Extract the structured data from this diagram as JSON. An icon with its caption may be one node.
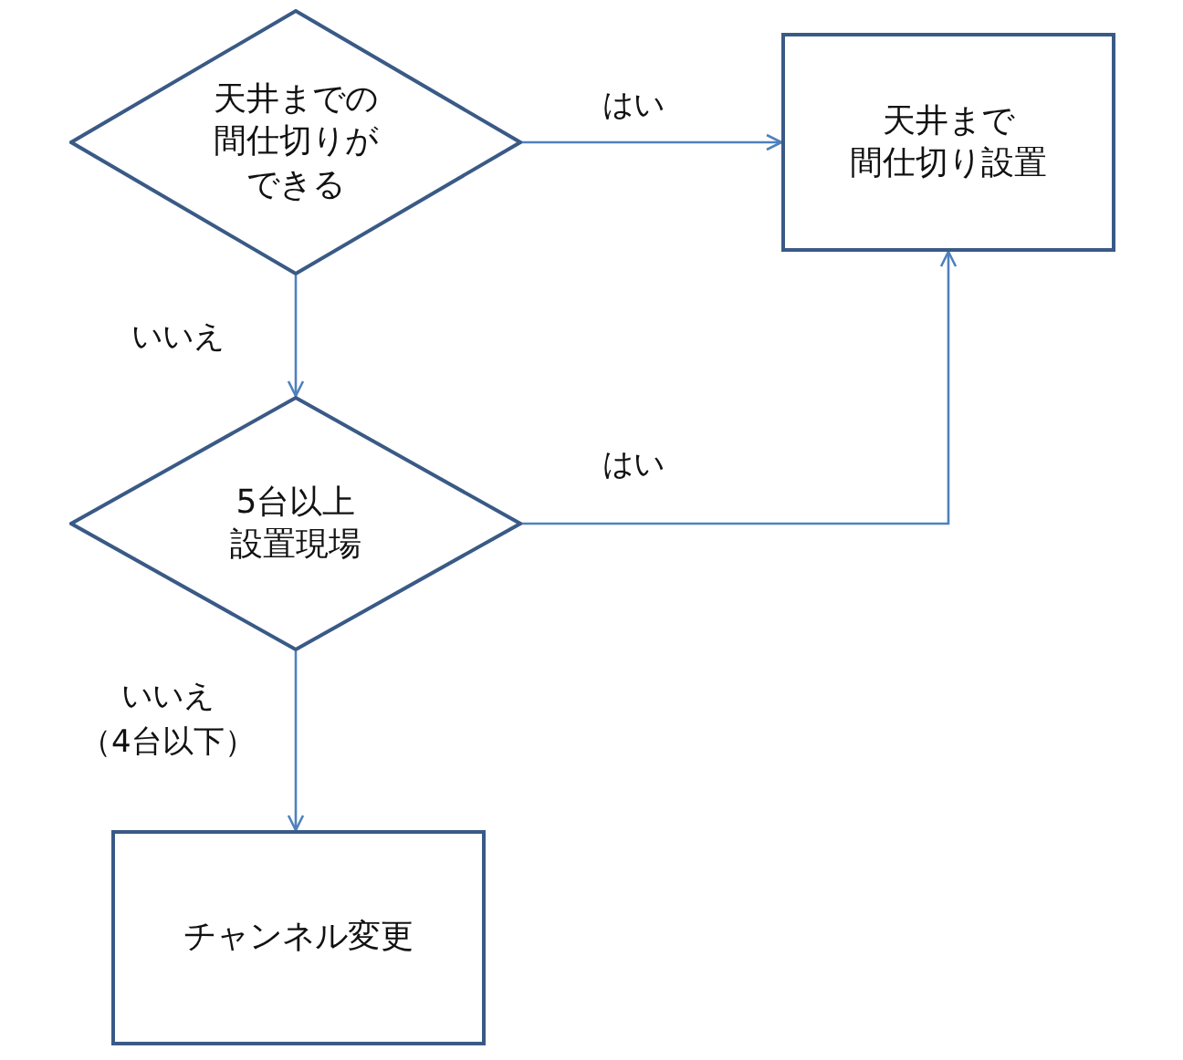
{
  "diagram": {
    "nodes": [
      {
        "text": [
          "天井までの間仕切りができる"
        ]
      },
      {
        "text": [
          "天井まで間仕切り設置"
        ]
      },
      {
        "text": [
          "5台以上設置現場"
        ]
      },
      {
        "text": [
          "チャンネル変更"
        ]
      }
    ],
    "edges": [
      {
        "from": 0,
        "to": 1,
        "arrow": "to",
        "label": "はい"
      },
      {
        "from": 0,
        "to": 2,
        "arrow": "to",
        "label": "いいえ"
      },
      {
        "from": 2,
        "to": 1,
        "arrow": "to",
        "label": "はい"
      },
      {
        "from": 2,
        "to": 3,
        "arrow": "to",
        "label": "いいえ（4台以下）"
      }
    ]
  }
}
